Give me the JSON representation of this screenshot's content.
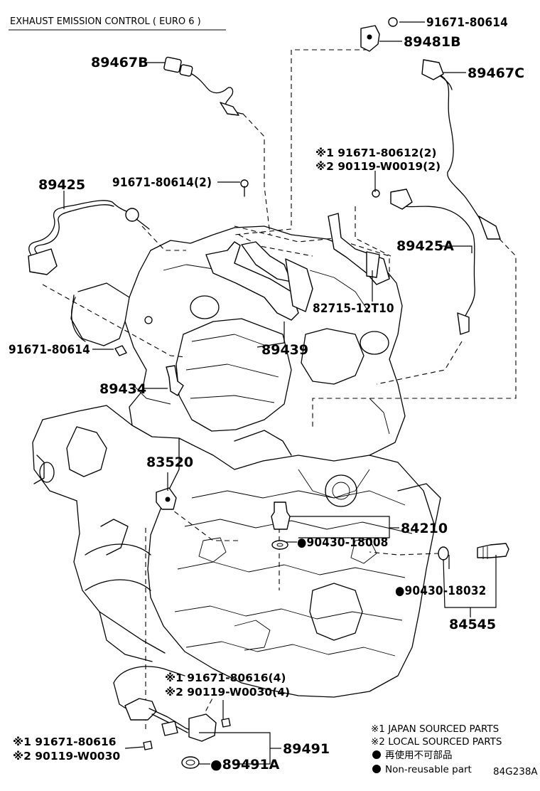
{
  "header": {
    "title": "EXHAUST EMISSION CONTROL ( EURO 6 )"
  },
  "footer": {
    "code": "84G238A"
  },
  "legend": {
    "japan": "※1 JAPAN SOURCED PARTS",
    "local": "※2 LOCAL SOURCED PARTS",
    "non_reusable_jp": "再使用不可部品",
    "non_reusable_en": "Non-reusable part"
  },
  "parts": {
    "p91671_80614_top": "91671-80614",
    "p89481B": "89481B",
    "p89467B": "89467B",
    "p89467C": "89467C",
    "p91671_80612": "※1 91671-80612(2)",
    "p90119_W0019": "※2 90119-W0019(2)",
    "p89425": "89425",
    "p91671_80614_2": "91671-80614(2)",
    "p89425A": "89425A",
    "p82715_12T10": "82715-12T10",
    "p91671_80614_left": "91671-80614",
    "p89439": "89439",
    "p89434": "89434",
    "p83520": "83520",
    "p84210": "84210",
    "p90430_18008": "●90430-18008",
    "p90430_18032": "●90430-18032",
    "p84545": "84545",
    "p91671_80616_4": "※1 91671-80616(4)",
    "p90119_W0030_4": "※2 90119-W0030(4)",
    "p91671_80616": "※1 91671-80616",
    "p90119_W0030": "※2 90119-W0030",
    "p89491": "89491",
    "p89491A": "●89491A"
  }
}
